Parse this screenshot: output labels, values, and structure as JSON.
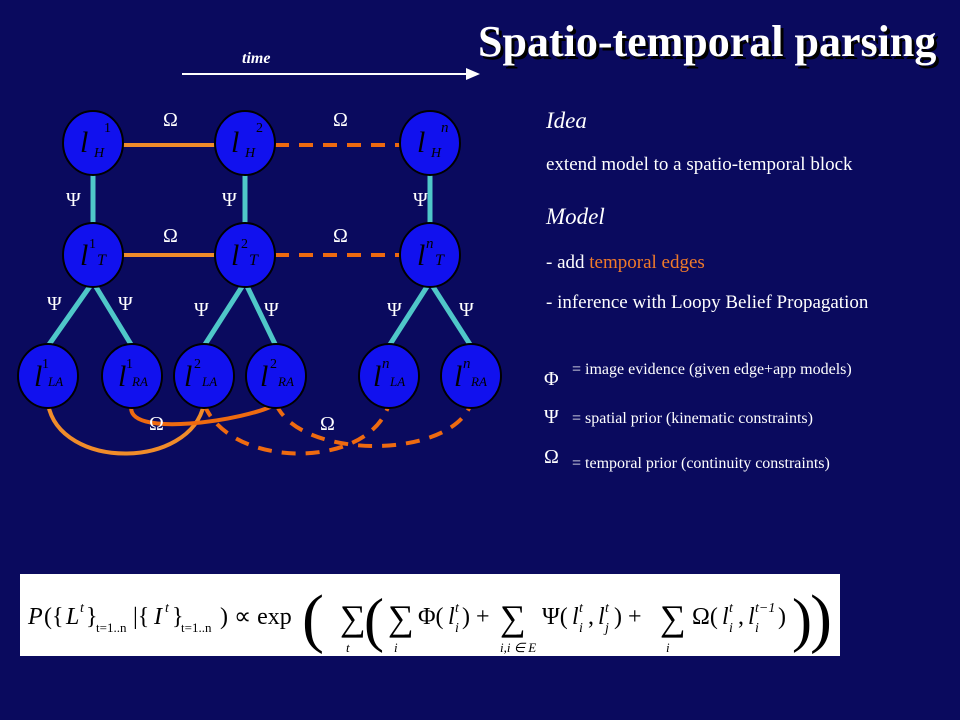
{
  "title": "Spatio-temporal parsing",
  "time_label": "time",
  "idea": {
    "heading": "Idea",
    "text": "extend model to a spatio-temporal block"
  },
  "model": {
    "heading": "Model",
    "item1_prefix": "- add ",
    "item1_highlight": "temporal edges",
    "item2": "- inference with Loopy Belief Propagation"
  },
  "legend": [
    {
      "symbol": "Φ",
      "text": "= image evidence (given edge+app models)"
    },
    {
      "symbol": "Ψ",
      "text": "= spatial prior (kinematic constraints)"
    },
    {
      "symbol": "Ω",
      "text": "= temporal prior (continuity constraints)"
    }
  ],
  "colors": {
    "background": "#0a0a5e",
    "node_fill": "#1111ee",
    "spatial_edge": "#4fc7c9",
    "temporal_edge": "#f08c2a",
    "temporal_edge_dashed": "#ee6a10",
    "highlight_text": "#f07a2a"
  },
  "nodes": {
    "head": [
      "l_H^1",
      "l_H^2",
      "l_H^n"
    ],
    "torso": [
      "l_T^1",
      "l_T^2",
      "l_T^n"
    ],
    "left_arm": [
      "l_LA^1",
      "l_LA^2",
      "l_LA^n"
    ],
    "right_arm": [
      "l_RA^1",
      "l_RA^2",
      "l_RA^n"
    ]
  },
  "edge_symbols": {
    "spatial": "Ψ",
    "temporal": "Ω"
  },
  "equation_latex": "P(\\{L^t\\}_{t=1..n} | \\{I^t\\}_{t=1..n}) \\propto \\exp\\left(\\sum_t \\left(\\sum_i \\Phi(l_i^t) + \\sum_{i,i\\in E} \\Psi(l_i^t, l_j^t) + \\sum_i \\Omega(l_i^t, l_i^{t-1})\\right)\\right)"
}
